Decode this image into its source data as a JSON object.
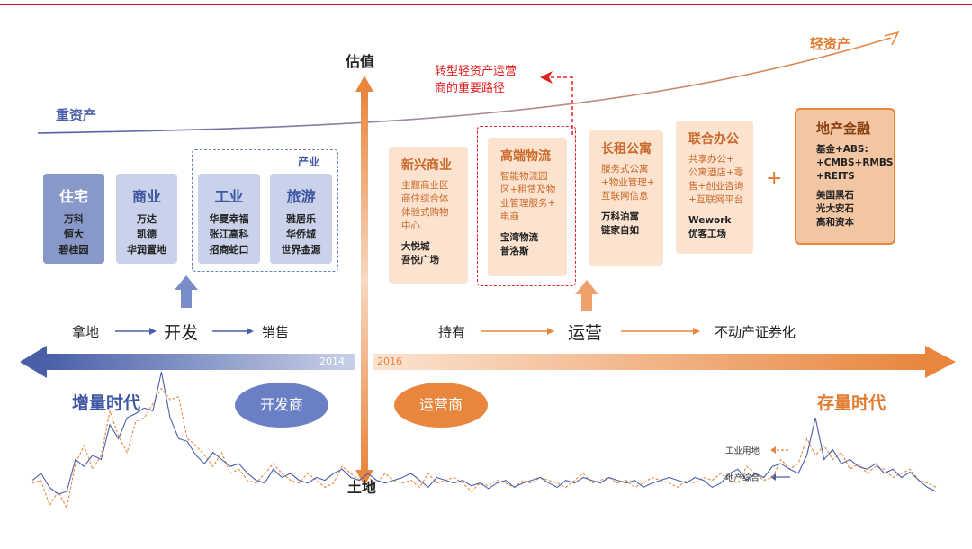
{
  "axis": {
    "top": "估值",
    "bottom": "土地"
  },
  "asset": {
    "heavy": "重资产",
    "light": "轻资产"
  },
  "note": [
    "转型轻资产运营",
    "商的重要路径"
  ],
  "industry_tag": "产业",
  "dev_cards": [
    {
      "title": "住宅",
      "lines": [
        "万科",
        "恒大",
        "碧桂园"
      ]
    },
    {
      "title": "商业",
      "lines": [
        "万达",
        "凯德",
        "华润置地"
      ]
    },
    {
      "title": "工业",
      "lines": [
        "华夏幸福",
        "张江高科",
        "招商蛇口"
      ]
    },
    {
      "title": "旅游",
      "lines": [
        "雅居乐",
        "华侨城",
        "世界金源"
      ]
    }
  ],
  "ops_cards": [
    {
      "title": "新兴商业",
      "desc": [
        "主题商业区",
        "商住综合体",
        "体验式购物",
        "中心"
      ],
      "companies": [
        "大悦城",
        "吾悦广场"
      ]
    },
    {
      "title": "高端物流",
      "desc": [
        "智能物流园",
        "区+租赁及物",
        "业管理服务+",
        "电商"
      ],
      "companies": [
        "宝湾物流",
        "普洛斯"
      ]
    },
    {
      "title": "长租公寓",
      "desc": [
        "服务式公寓",
        "+物业管理+",
        "互联网信息"
      ],
      "companies": [
        "万科泊寓",
        "链家自如"
      ]
    },
    {
      "title": "联合办公",
      "desc": [
        "共享办公+",
        "公寓酒店+零",
        "售+创业咨询",
        "+互联网平台"
      ],
      "companies": [
        "Wework",
        "优客工场"
      ]
    }
  ],
  "plus": "+",
  "finance": {
    "title": "地产金融",
    "desc": [
      "基金+ABS:",
      "+CMBS+RMBS",
      "+REITS"
    ],
    "companies": [
      "美国黑石",
      "光大安石",
      "高和资本"
    ]
  },
  "flow_left": [
    "拿地",
    "开发",
    "销售"
  ],
  "flow_right": [
    "持有",
    "运营",
    "不动产证券化"
  ],
  "years": {
    "left": "2014",
    "right": "2016"
  },
  "eras": {
    "left": "增量时代",
    "right": "存量时代"
  },
  "roles": {
    "left": "开发商",
    "right": "运营商"
  },
  "colors": {
    "blue": "#4a5fa8",
    "orange": "#e8863e",
    "red": "#e02020"
  },
  "chart_data": {
    "type": "line",
    "series": [
      {
        "name": "工业用地",
        "style": "dashed",
        "color": "#e8863e",
        "values": [
          28,
          30,
          12,
          22,
          10,
          42,
          55,
          38,
          48,
          80,
          62,
          50,
          72,
          75,
          85,
          96,
          88,
          90,
          60,
          55,
          48,
          40,
          50,
          35,
          38,
          30,
          28,
          35,
          42,
          35,
          30,
          28,
          35,
          30,
          25,
          28,
          40,
          35,
          30,
          32,
          28,
          35,
          30,
          28,
          30,
          25,
          35,
          28,
          30,
          32,
          28,
          22,
          28,
          26,
          30,
          28,
          25,
          30,
          28,
          32,
          30,
          28,
          25,
          30,
          35,
          28,
          30,
          32,
          28,
          30,
          25,
          28,
          32,
          30,
          28,
          25,
          30,
          28,
          32,
          30,
          35,
          30,
          28,
          40,
          35,
          30,
          32,
          45,
          38,
          42,
          60,
          48,
          55,
          45,
          50,
          38,
          42,
          35,
          40,
          38,
          32,
          35,
          38,
          30,
          28,
          25
        ]
      },
      {
        "name": "地产综合",
        "style": "solid",
        "color": "#4a5fa8",
        "values": [
          30,
          35,
          25,
          20,
          22,
          45,
          40,
          48,
          45,
          70,
          60,
          75,
          78,
          82,
          80,
          108,
          75,
          60,
          58,
          48,
          42,
          50,
          45,
          40,
          42,
          35,
          30,
          28,
          38,
          32,
          35,
          30,
          28,
          32,
          30,
          35,
          38,
          32,
          30,
          35,
          30,
          28,
          30,
          32,
          35,
          30,
          25,
          32,
          30,
          28,
          30,
          26,
          28,
          24,
          28,
          30,
          25,
          28,
          30,
          32,
          28,
          25,
          30,
          28,
          32,
          30,
          28,
          32,
          30,
          28,
          30,
          25,
          28,
          30,
          32,
          30,
          28,
          32,
          30,
          25,
          28,
          35,
          38,
          30,
          35,
          32,
          40,
          42,
          38,
          35,
          48,
          75,
          45,
          52,
          42,
          45,
          40,
          38,
          42,
          35,
          38,
          32,
          36,
          30,
          25,
          22
        ]
      }
    ]
  }
}
